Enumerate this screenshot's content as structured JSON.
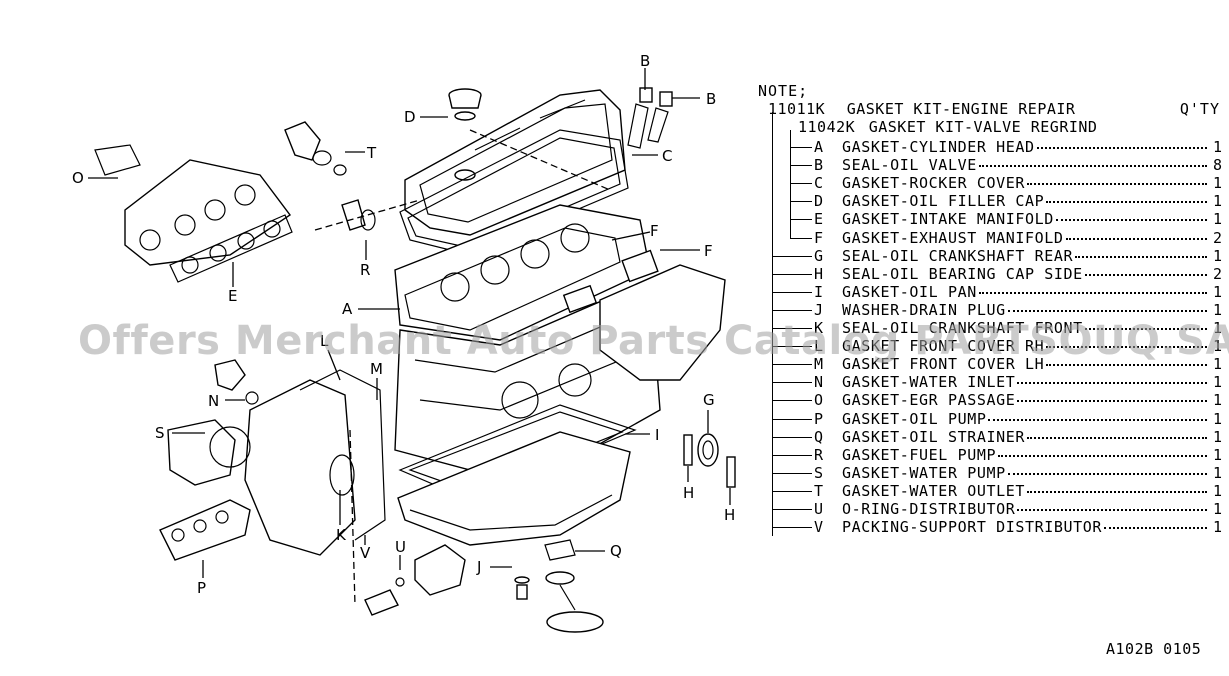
{
  "note_label": "NOTE;",
  "kit_main": {
    "code": "11011K",
    "name": "GASKET KIT-ENGINE REPAIR",
    "qty_header": "Q'TY"
  },
  "kit_sub": {
    "code": "11042K",
    "name": "GASKET KIT-VALVE REGRIND"
  },
  "parts": [
    {
      "code": "A",
      "name": "GASKET-CYLINDER HEAD",
      "qty": "1"
    },
    {
      "code": "B",
      "name": "SEAL-OIL VALVE",
      "qty": "8"
    },
    {
      "code": "C",
      "name": "GASKET-ROCKER COVER",
      "qty": "1"
    },
    {
      "code": "D",
      "name": "GASKET-OIL FILLER CAP",
      "qty": "1"
    },
    {
      "code": "E",
      "name": "GASKET-INTAKE MANIFOLD",
      "qty": "1"
    },
    {
      "code": "F",
      "name": "GASKET-EXHAUST MANIFOLD",
      "qty": "2"
    },
    {
      "code": "G",
      "name": "SEAL-OIL CRANKSHAFT REAR",
      "qty": "1"
    },
    {
      "code": "H",
      "name": "SEAL-OIL BEARING CAP SIDE",
      "qty": "2"
    },
    {
      "code": "I",
      "name": "GASKET-OIL PAN",
      "qty": "1"
    },
    {
      "code": "J",
      "name": "WASHER-DRAIN PLUG",
      "qty": "1"
    },
    {
      "code": "K",
      "name": "SEAL-OIL CRANKSHAFT FRONT",
      "qty": "1"
    },
    {
      "code": "L",
      "name": "GASKET FRONT COVER RH",
      "qty": "1"
    },
    {
      "code": "M",
      "name": "GASKET FRONT COVER LH",
      "qty": "1"
    },
    {
      "code": "N",
      "name": "GASKET-WATER INLET",
      "qty": "1"
    },
    {
      "code": "O",
      "name": "GASKET-EGR PASSAGE",
      "qty": "1"
    },
    {
      "code": "P",
      "name": "GASKET-OIL PUMP",
      "qty": "1"
    },
    {
      "code": "Q",
      "name": "GASKET-OIL STRAINER",
      "qty": "1"
    },
    {
      "code": "R",
      "name": "GASKET-FUEL PUMP",
      "qty": "1"
    },
    {
      "code": "S",
      "name": "GASKET-WATER PUMP",
      "qty": "1"
    },
    {
      "code": "T",
      "name": "GASKET-WATER OUTLET",
      "qty": "1"
    },
    {
      "code": "U",
      "name": "O-RING-DISTRIBUTOR",
      "qty": "1"
    },
    {
      "code": "V",
      "name": "PACKING-SUPPORT DISTRIBUTOR",
      "qty": "1"
    }
  ],
  "callouts": {
    "b1": "B",
    "b2": "B",
    "c": "C",
    "d": "D",
    "t": "T",
    "o": "O",
    "e": "E",
    "r": "R",
    "a": "A",
    "f1": "F",
    "f2": "F",
    "m": "M",
    "n": "N",
    "s": "S",
    "l": "L",
    "g": "G",
    "i": "I",
    "h1": "H",
    "h2": "H",
    "k": "K",
    "v": "V",
    "u": "U",
    "j": "J",
    "q": "Q",
    "p": "P"
  },
  "watermark": "Offers Merchant Auto Parts Catalog PARTSOUQ.SA",
  "page_code": "A102B 0105"
}
